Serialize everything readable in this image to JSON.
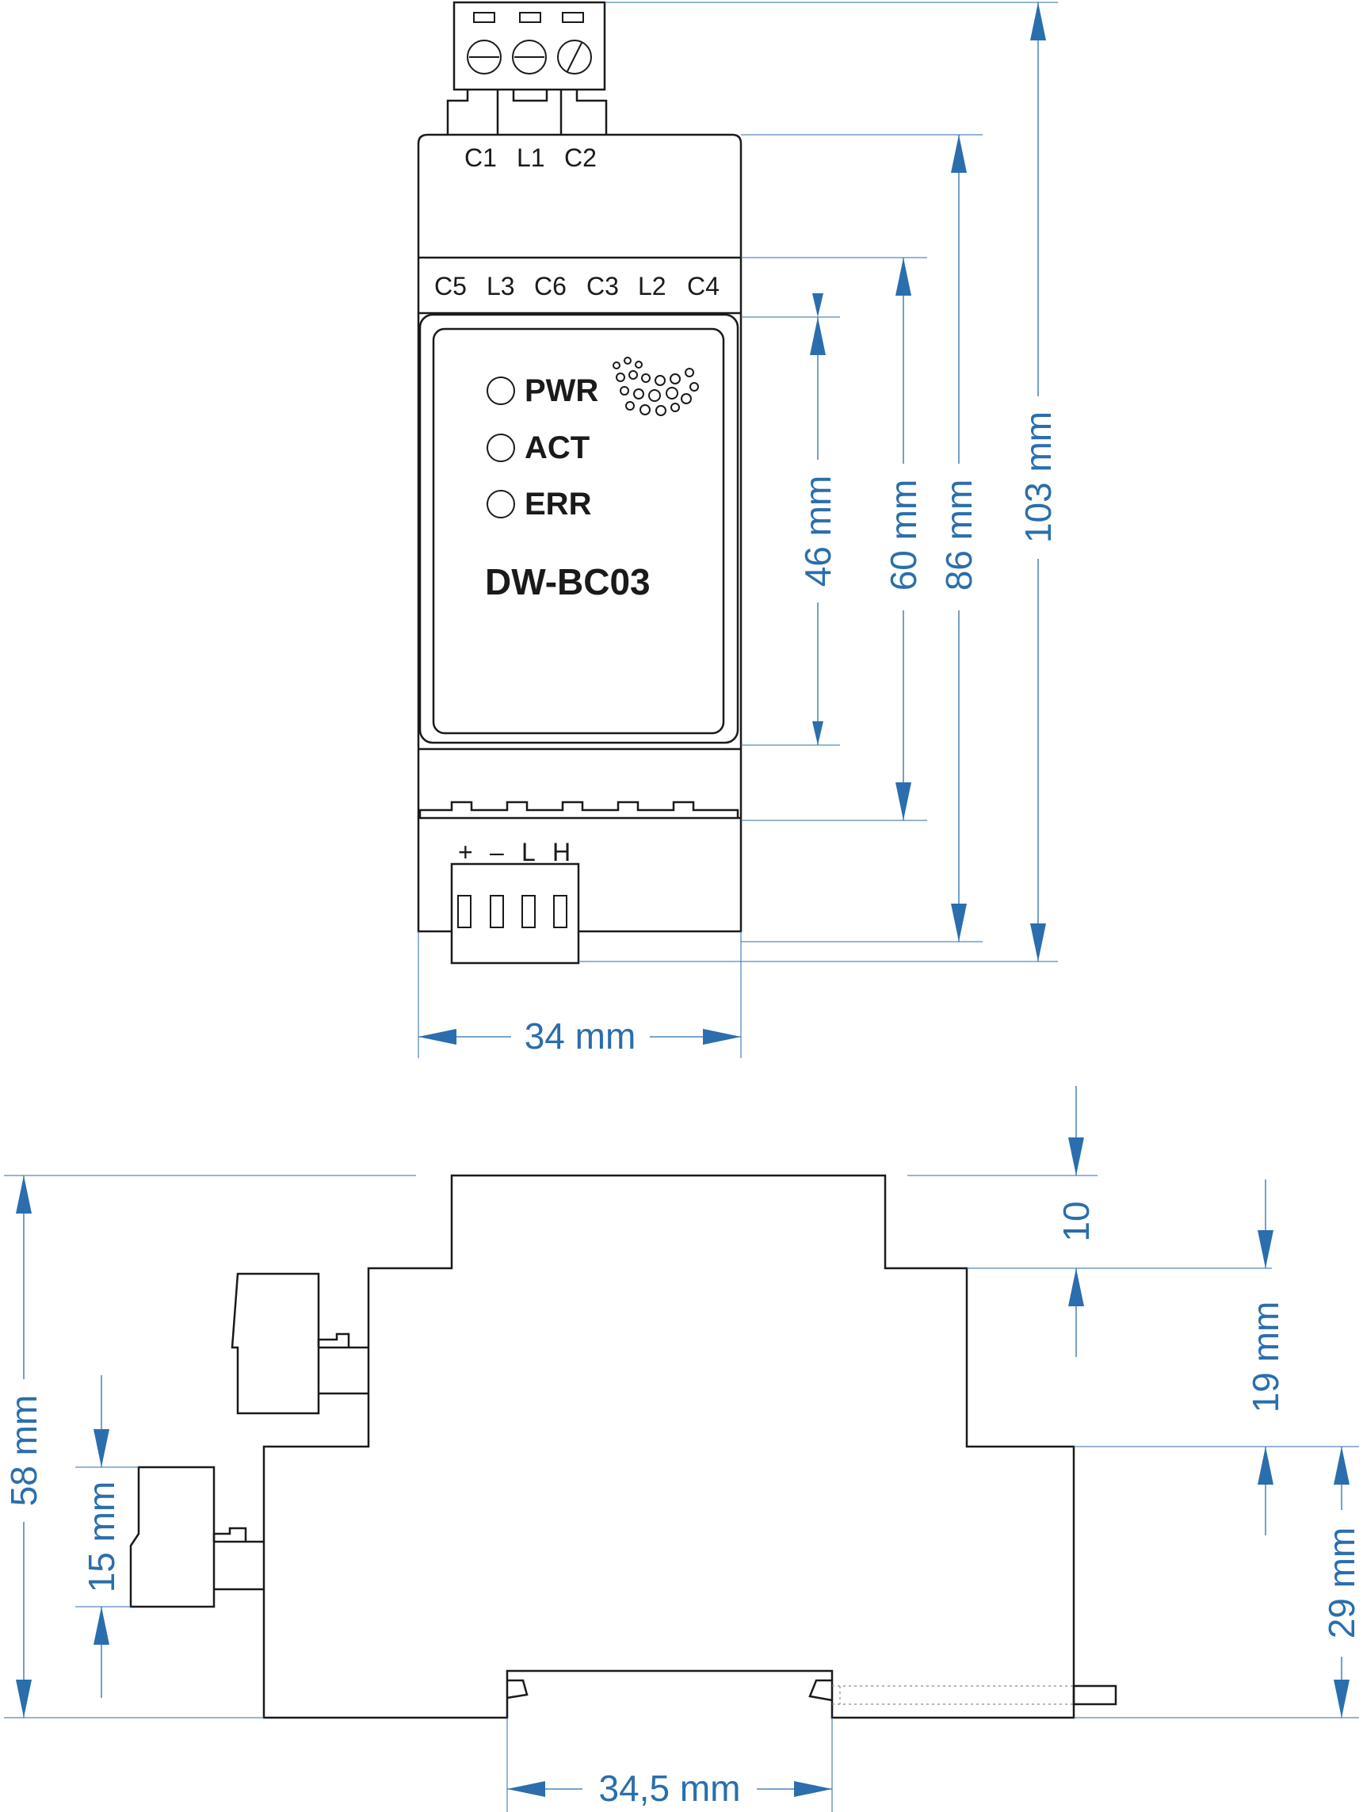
{
  "front_view": {
    "top_terminal_labels": [
      "C1",
      "L1",
      "C2"
    ],
    "middle_terminal_labels": [
      "C5",
      "L3",
      "C6",
      "C3",
      "L2",
      "C4"
    ],
    "bus_terminal_labels": [
      "+",
      "–",
      "L",
      "H"
    ],
    "leds": [
      {
        "label": "PWR"
      },
      {
        "label": "ACT"
      },
      {
        "label": "ERR"
      }
    ],
    "model": "DW-BC03"
  },
  "dimensions": {
    "front_width": "34 mm",
    "window_height": "46 mm",
    "middle_height": "60 mm",
    "body_height": "86 mm",
    "total_height": "103 mm",
    "side_total_height": "58 mm",
    "top_step": "10",
    "upper_step": "19 mm",
    "lower_step": "29 mm",
    "bus_connector_height": "15 mm",
    "din_rail_width": "34,5 mm"
  },
  "colors": {
    "dimension": "#2a6ead",
    "line": "#1a1a1a"
  }
}
